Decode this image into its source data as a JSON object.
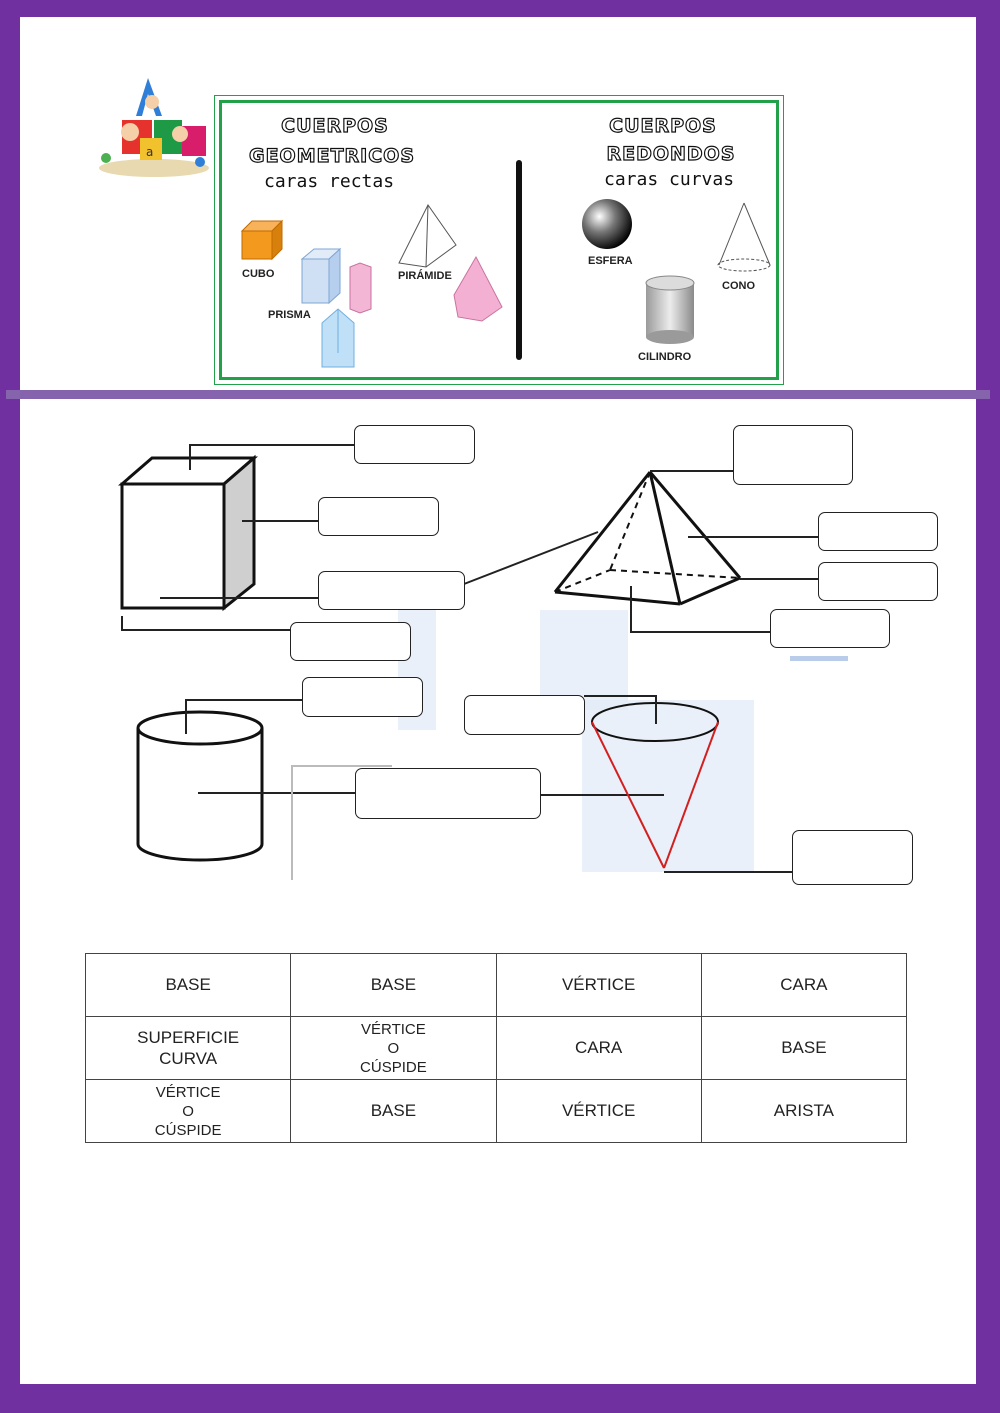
{
  "header": {
    "left_title_1": "CUERPOS",
    "left_title_2": "GEOMETRICOS",
    "left_subtitle": "caras  rectas",
    "right_title_1": "CUERPOS",
    "right_title_2": "REDONDOS",
    "right_subtitle": "caras  curvas",
    "labels": {
      "cubo": "CUBO",
      "prisma": "PRISMA",
      "piramide": "PIRÁMIDE",
      "esfera": "ESFERA",
      "cono": "CONO",
      "cilindro": "CILINDRO"
    },
    "logo_letters": [
      "A",
      "a"
    ]
  },
  "word_bank": [
    [
      {
        "text": "BASE"
      },
      {
        "text": "BASE"
      },
      {
        "text": "VÉRTICE"
      },
      {
        "text": "CARA"
      }
    ],
    [
      {
        "lines": [
          "SUPERFICIE",
          "CURVA"
        ]
      },
      {
        "lines": [
          "VÉRTICE",
          "O",
          "CÚSPIDE"
        ]
      },
      {
        "text": "CARA"
      },
      {
        "text": "BASE"
      }
    ],
    [
      {
        "lines": [
          "VÉRTICE",
          "O",
          "CÚSPIDE"
        ]
      },
      {
        "text": "BASE"
      },
      {
        "text": "VÉRTICE"
      },
      {
        "text": "ARISTA"
      }
    ]
  ],
  "colors": {
    "frame": "#7030a0",
    "divider": "#8563ad",
    "card_border": "#22a04a",
    "cone_outline": "#d22020"
  }
}
